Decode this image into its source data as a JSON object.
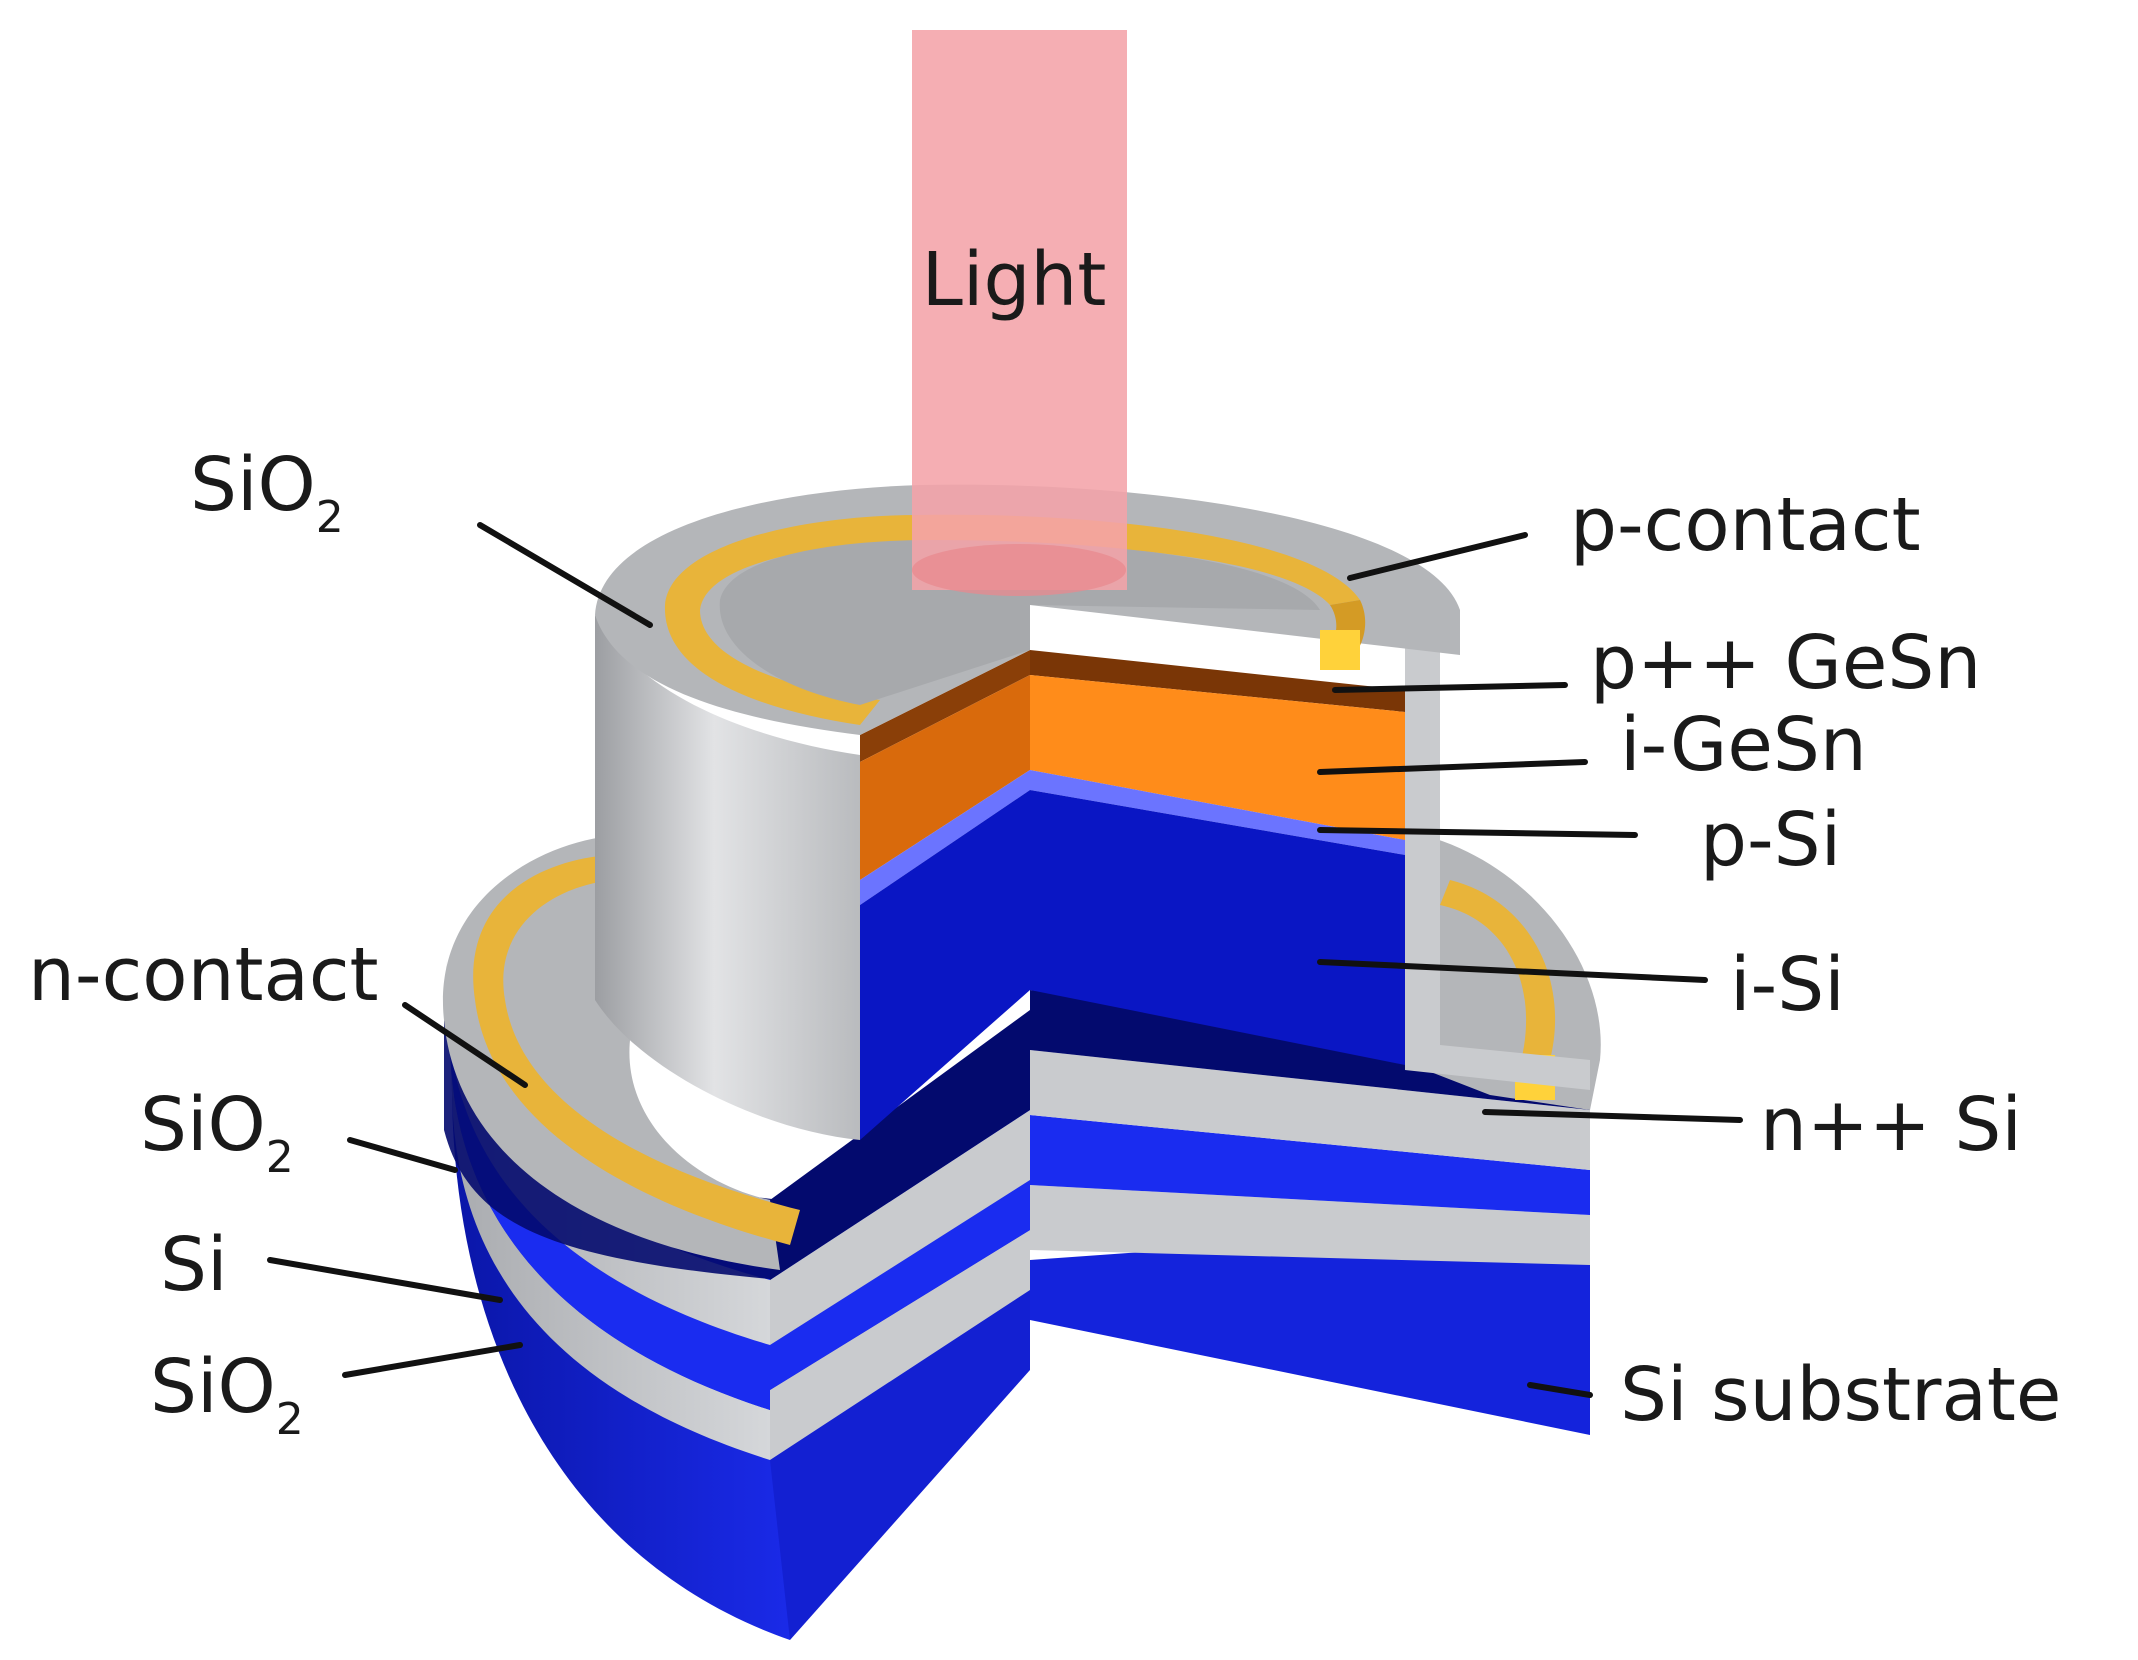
{
  "figure": {
    "beam_label": "Light",
    "labels_left": [
      {
        "id": "sio2-top",
        "base": "SiO",
        "sub": "2"
      },
      {
        "id": "n-contact",
        "text": "n-contact"
      },
      {
        "id": "sio2-mid",
        "base": "SiO",
        "sub": "2"
      },
      {
        "id": "si",
        "text": "Si"
      },
      {
        "id": "sio2-bot",
        "base": "SiO",
        "sub": "2"
      }
    ],
    "labels_right": [
      {
        "id": "p-contact",
        "text": "p-contact"
      },
      {
        "id": "p-gesn",
        "text": "p++ GeSn"
      },
      {
        "id": "i-gesn",
        "text": "i-GeSn"
      },
      {
        "id": "p-si",
        "text": "p-Si"
      },
      {
        "id": "i-si",
        "text": "i-Si"
      },
      {
        "id": "n-si",
        "text": "n++ Si"
      },
      {
        "id": "si-substrate",
        "text": "Si substrate"
      }
    ],
    "colors": {
      "beam": "#f4a3a8",
      "oxide": "#c7c9cc",
      "oxide_dark": "#a3a6aa",
      "contact": "#e8b43a",
      "contact_dark": "#c99323",
      "gesn_i": "#ff8c1a",
      "gesn_p": "#8a3f08",
      "si_p": "#6b74ff",
      "si_i": "#0a16c4",
      "si_n": "#030a6e",
      "si_sub": "#1423dc"
    }
  }
}
